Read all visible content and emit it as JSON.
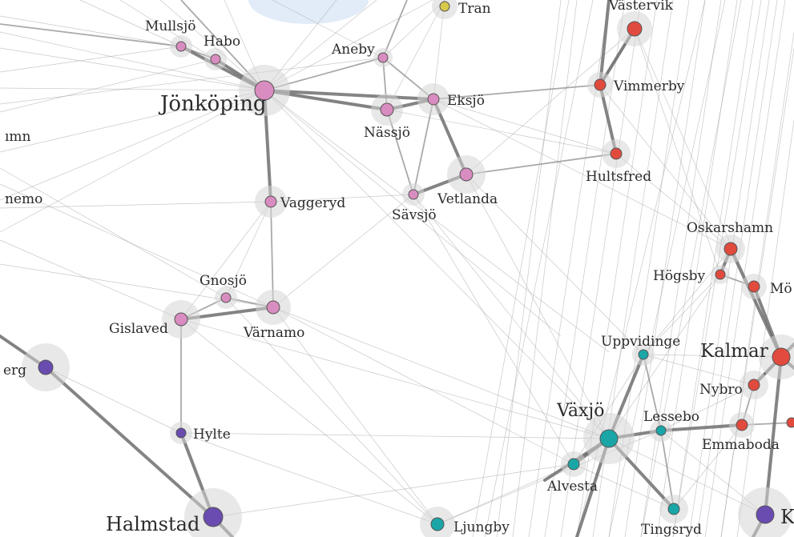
{
  "colors": {
    "jonkoping_region": "#d98cbf",
    "kalmar_region": "#e04b3e",
    "kronoberg_region": "#1aa6a6",
    "halland_region": "#6a4bb0",
    "background": "#ffffff",
    "edge": "#8a8a8a",
    "label": "#2b2b2b"
  },
  "labels": {
    "mullsjo": "Mullsjö",
    "habo": "Habo",
    "aneby": "Aneby",
    "tranas_partial": "Tran",
    "jonkoping": "Jönköping",
    "eksjo": "Eksjö",
    "nassjo": "Nässjö",
    "vimmerby": "Vimmerby",
    "hultsfred": "Hultsfred",
    "vaggeryd": "Vaggeryd",
    "savsjo": "Sävsjö",
    "vetlanda": "Vetlanda",
    "oskarshamn": "Oskarshamn",
    "hogsby": "Högsby",
    "monsteras_partial": "Mö",
    "gnosjo": "Gnosjö",
    "gislaved": "Gislaved",
    "varnamo": "Värnamo",
    "uppvidinge": "Uppvidinge",
    "kalmar": "Kalmar",
    "nybro": "Nybro",
    "vaxjo": "Växjö",
    "lessebo": "Lessebo",
    "emmaboda": "Emmaboda",
    "hylte": "Hylte",
    "alvesta": "Alvesta",
    "halmstad": "Halmstad",
    "ljungby": "Ljungby",
    "tingsryd": "Tingsryd",
    "karlskrona_partial": "K",
    "left_partial_1": "ımn",
    "left_partial_2": "nemo",
    "left_partial_3": "erg",
    "top_partial": "Västervik"
  }
}
